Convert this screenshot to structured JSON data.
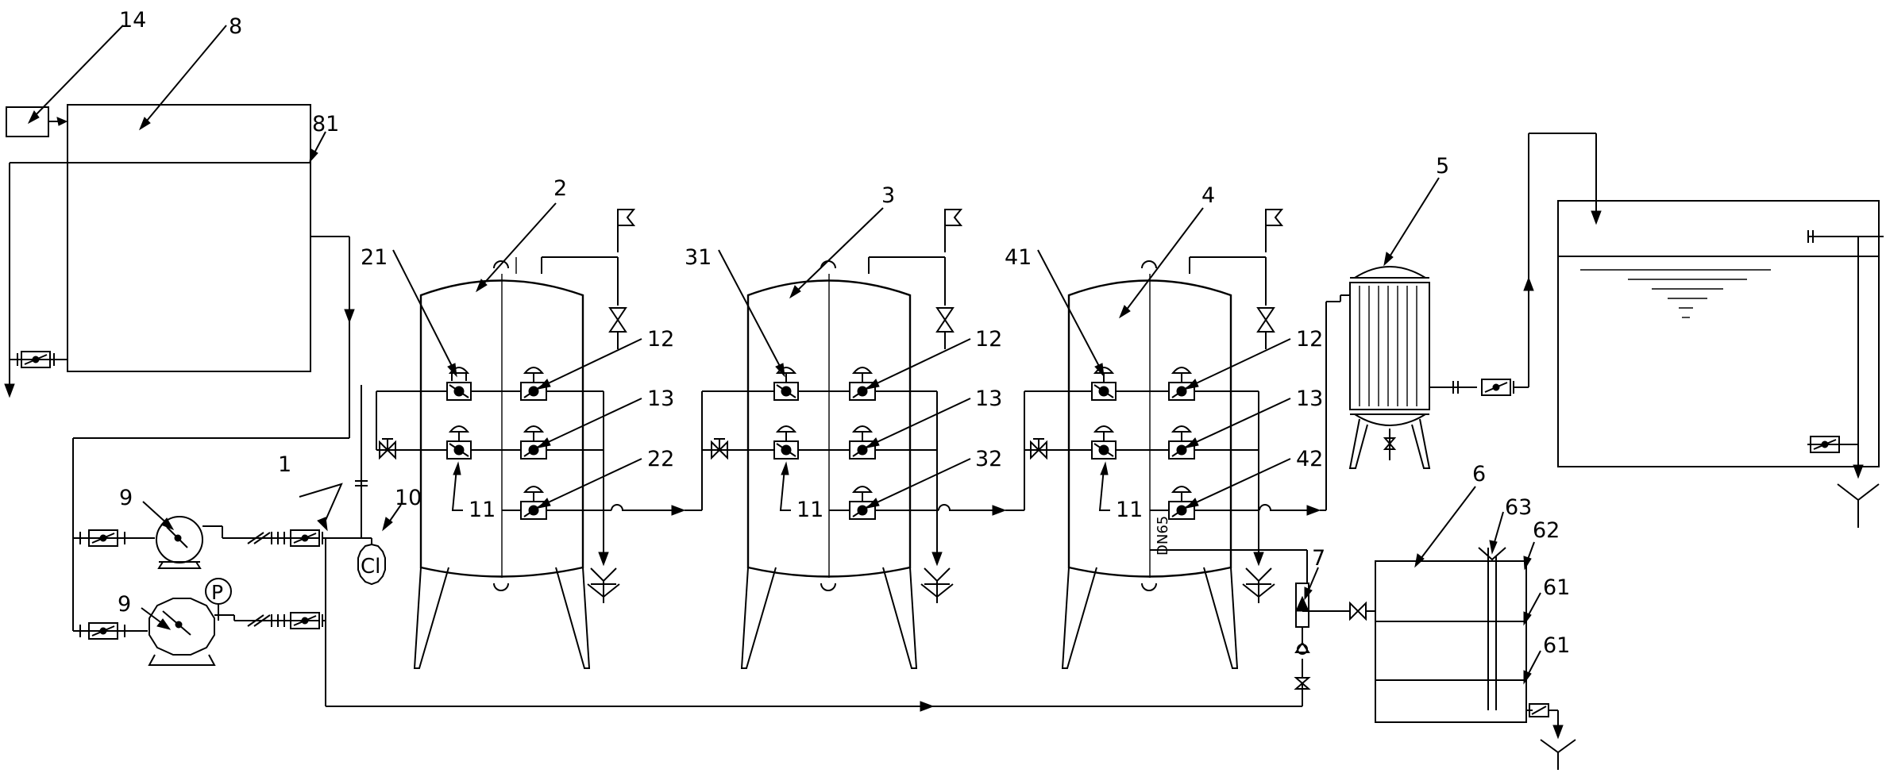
{
  "colors": {
    "line": "#000000",
    "background": "#ffffff"
  },
  "labels": {
    "l14": "14",
    "l8": "8",
    "l81": "81",
    "l2": "2",
    "l3": "3",
    "l4": "4",
    "l5": "5",
    "l6": "6",
    "l21": "21",
    "l31": "31",
    "l41": "41",
    "l12a": "12",
    "l12b": "12",
    "l12c": "12",
    "l13a": "13",
    "l13b": "13",
    "l13c": "13",
    "l22": "22",
    "l32": "32",
    "l42": "42",
    "l11a": "11",
    "l11b": "11",
    "l11c": "11",
    "l1": "1",
    "l9a": "9",
    "l9b": "9",
    "l10": "10",
    "l7": "7",
    "l63": "63",
    "l62": "62",
    "l61a": "61",
    "l61b": "61",
    "dn": "DN65",
    "cl": "Cl",
    "p": "P"
  },
  "icons": [
    "check-valve-icon",
    "gate-valve-icon",
    "pneumatic-valve-icon",
    "pump-icon",
    "pressure-gauge-icon",
    "drain-funnel-icon",
    "vent-flag-icon",
    "flow-arrow-icon"
  ]
}
